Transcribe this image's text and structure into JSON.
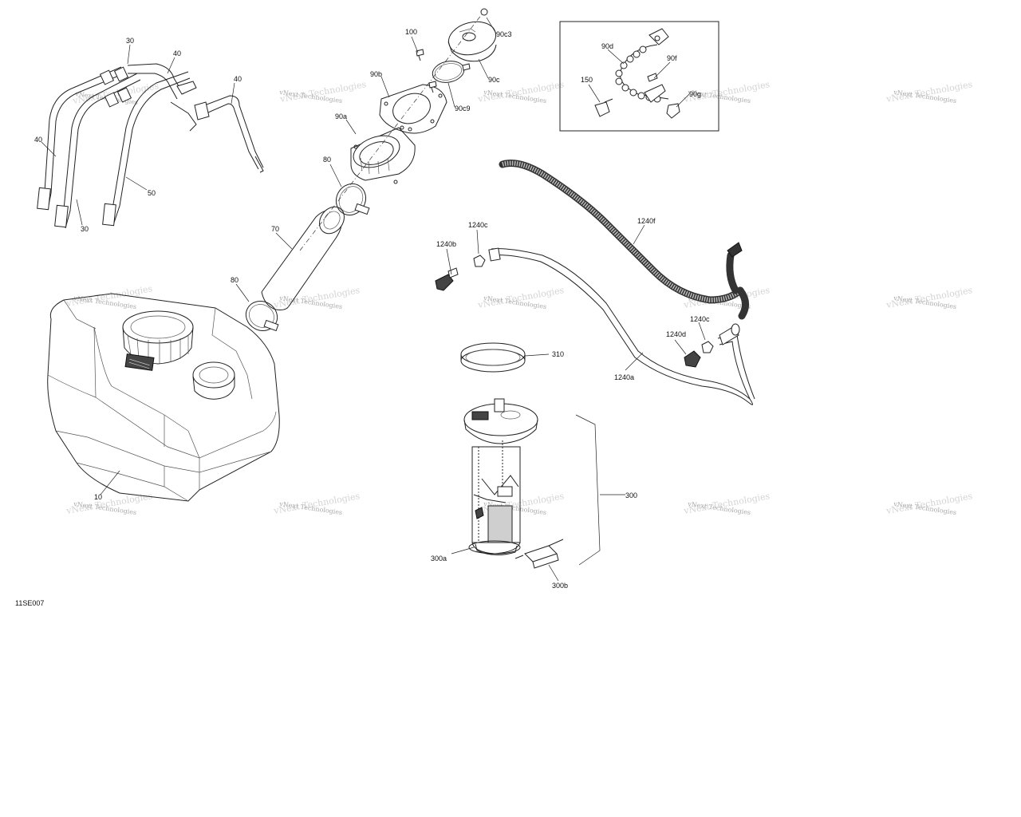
{
  "diagram_id": "11SE007",
  "watermark": "vNext Technologies",
  "callouts": [
    {
      "id": "c30a",
      "text": "30"
    },
    {
      "id": "c40a",
      "text": "40"
    },
    {
      "id": "c40b",
      "text": "40"
    },
    {
      "id": "c40c",
      "text": "40"
    },
    {
      "id": "c50",
      "text": "50"
    },
    {
      "id": "c30b",
      "text": "30"
    },
    {
      "id": "c100",
      "text": "100"
    },
    {
      "id": "c90c3",
      "text": "90c3"
    },
    {
      "id": "c90b",
      "text": "90b"
    },
    {
      "id": "c90c",
      "text": "90c"
    },
    {
      "id": "c90c9",
      "text": "90c9"
    },
    {
      "id": "c90a",
      "text": "90a"
    },
    {
      "id": "c80a",
      "text": "80"
    },
    {
      "id": "c70",
      "text": "70"
    },
    {
      "id": "c80b",
      "text": "80"
    },
    {
      "id": "c10",
      "text": "10"
    },
    {
      "id": "c90d",
      "text": "90d"
    },
    {
      "id": "c90f",
      "text": "90f"
    },
    {
      "id": "c150",
      "text": "150"
    },
    {
      "id": "c90g",
      "text": "90g"
    },
    {
      "id": "c1240f",
      "text": "1240f"
    },
    {
      "id": "c1240c1",
      "text": "1240c"
    },
    {
      "id": "c1240b",
      "text": "1240b"
    },
    {
      "id": "c1240c2",
      "text": "1240c"
    },
    {
      "id": "c1240d",
      "text": "1240d"
    },
    {
      "id": "c1240a",
      "text": "1240a"
    },
    {
      "id": "c310",
      "text": "310"
    },
    {
      "id": "c300",
      "text": "300"
    },
    {
      "id": "c300a",
      "text": "300a"
    },
    {
      "id": "c300b",
      "text": "300b"
    }
  ]
}
